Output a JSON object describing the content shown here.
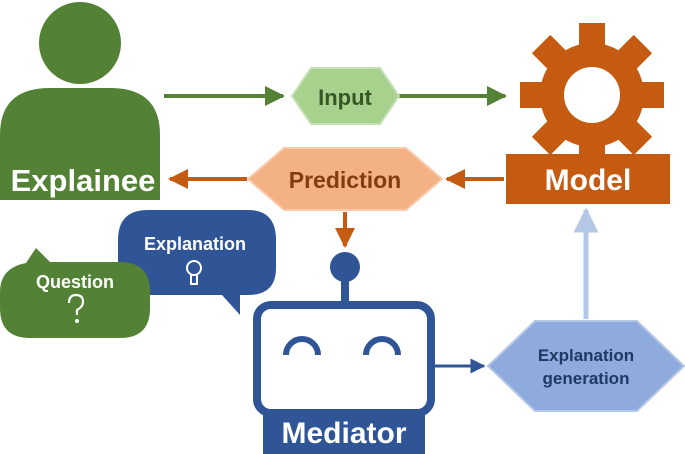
{
  "nodes": {
    "explainee": "Explainee",
    "input": "Input",
    "model": "Model",
    "prediction": "Prediction",
    "explanation_bubble": "Explanation",
    "question_bubble": "Question",
    "mediator": "Mediator",
    "explanation_generation_line1": "Explanation",
    "explanation_generation_line2": "generation"
  },
  "colors": {
    "green": "#538135",
    "light_green": "#a9d18e",
    "orange": "#c55a11",
    "light_orange": "#f4b183",
    "blue": "#2f5597",
    "light_blue": "#8faadc",
    "white": "#ffffff"
  },
  "icons": {
    "person": "person-icon",
    "gear": "gear-icon",
    "robot": "robot-icon",
    "bulb": "lightbulb-icon",
    "question_mark": "question-mark-icon"
  }
}
